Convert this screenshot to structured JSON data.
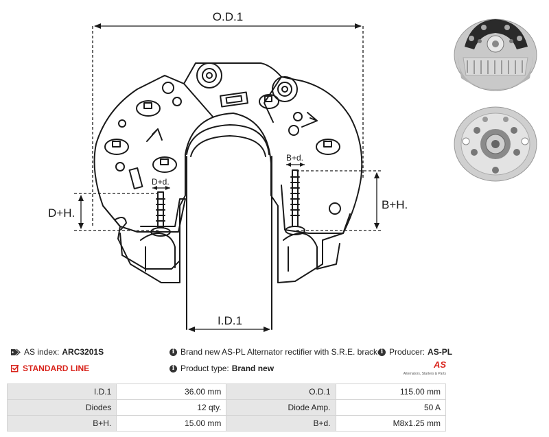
{
  "drawing": {
    "od_label": "O.D.1",
    "id_label": "I.D.1",
    "dh_label": "D+H.",
    "bh_label": "B+H.",
    "dd_label": "D+d.",
    "bd_label": "B+d."
  },
  "photos": {
    "front_alt": "rectifier-front-photo",
    "back_alt": "rectifier-back-photo"
  },
  "info": {
    "as_index_label": "AS index:",
    "as_index_value": "ARC3201S",
    "standard_line": "STANDARD LINE",
    "description": "Brand new AS-PL Alternator rectifier with S.R.E. bracket",
    "producer_label": "Producer:",
    "producer_value": "AS-PL",
    "product_type_label": "Product type:",
    "product_type_value": "Brand new"
  },
  "logo": {
    "text": "AS",
    "tagline": "Alternators, Starters & Parts",
    "colors": {
      "red": "#d9241c",
      "dark": "#222222"
    }
  },
  "specs": {
    "rows": [
      {
        "l1": "I.D.1",
        "v1": "36.00 mm",
        "l2": "O.D.1",
        "v2": "115.00 mm"
      },
      {
        "l1": "Diodes",
        "v1": "12 qty.",
        "l2": "Diode Amp.",
        "v2": "50 A"
      },
      {
        "l1": "B+H.",
        "v1": "15.00 mm",
        "l2": "B+d.",
        "v2": "M8x1.25 mm"
      }
    ]
  },
  "colors": {
    "accent_red": "#d9241c",
    "table_label_bg": "#e6e6e6",
    "line": "#1a1a1a"
  }
}
